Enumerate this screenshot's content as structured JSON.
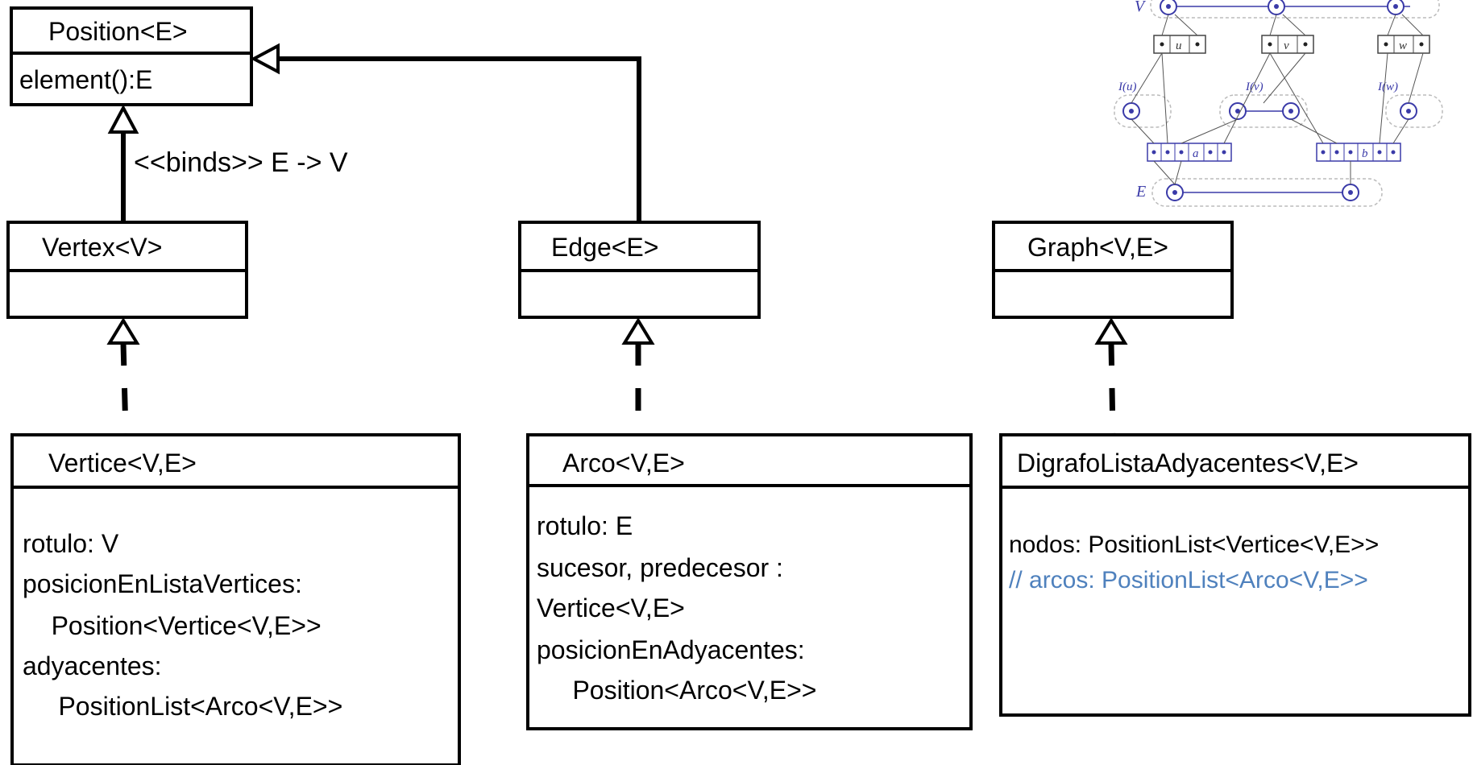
{
  "classes": {
    "position": {
      "name": "Position<E>",
      "op": "element():E"
    },
    "vertex": {
      "name": "Vertex<V>"
    },
    "edge": {
      "name": "Edge<E>"
    },
    "graph": {
      "name": "Graph<V,E>"
    },
    "vertice": {
      "name": "Vertice<V,E>",
      "attrs": [
        "rotulo: V",
        "posicionEnListaVertices:",
        "    Position<Vertice<V,E>>",
        "adyacentes:",
        "     PositionList<Arco<V,E>>"
      ]
    },
    "arco": {
      "name": "Arco<V,E>",
      "attrs": [
        "rotulo: E",
        "sucesor, predecesor :",
        "Vertice<V,E>",
        "posicionEnAdyacentes:",
        "     Position<Arco<V,E>>"
      ]
    },
    "digrafo": {
      "name": "DigrafoListaAdyacentes<V,E>",
      "attrs": [
        "nodos: PositionList<Vertice<V,E>>"
      ],
      "comment": "// arcos: PositionList<Arco<V,E>>"
    }
  },
  "binds_label": "<<binds>> E -> V",
  "colors": {
    "line": "#000000",
    "comment": "#4f81bd",
    "figure": "#3a3aa8"
  },
  "inset": {
    "labels": {
      "V": "V",
      "E": "E",
      "Iu": "I(u)",
      "Iv": "I(v)",
      "Iw": "I(w)",
      "u": "u",
      "v": "v",
      "w": "w",
      "a": "a",
      "b": "b"
    }
  }
}
